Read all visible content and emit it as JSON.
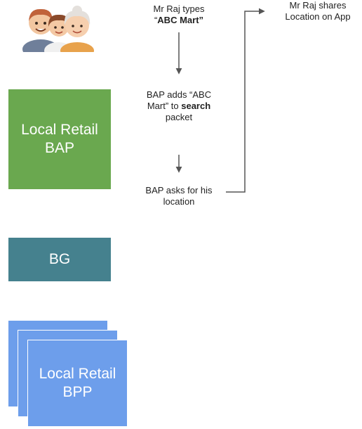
{
  "user_icon": "family-icon",
  "steps": {
    "step1": {
      "line1": "Mr Raj types",
      "line2_pre": "“",
      "line2_bold": "ABC Mart”"
    },
    "step2": {
      "line1": "BAP adds “ABC",
      "line2_pre": "Mart” to ",
      "line2_bold": "search",
      "line3": "packet"
    },
    "step3": {
      "line1": "BAP asks for his",
      "line2": "location"
    },
    "step4": {
      "line1": "Mr Raj shares",
      "line2": "Location on App"
    }
  },
  "actors": {
    "bap": {
      "line1": "Local Retail",
      "line2": "BAP",
      "color": "#6aa84f"
    },
    "bg": {
      "label": "BG",
      "color": "#45818e"
    },
    "bpp": {
      "line1": "Local Retail",
      "line2": "BPP",
      "color": "#6d9eeb"
    }
  }
}
